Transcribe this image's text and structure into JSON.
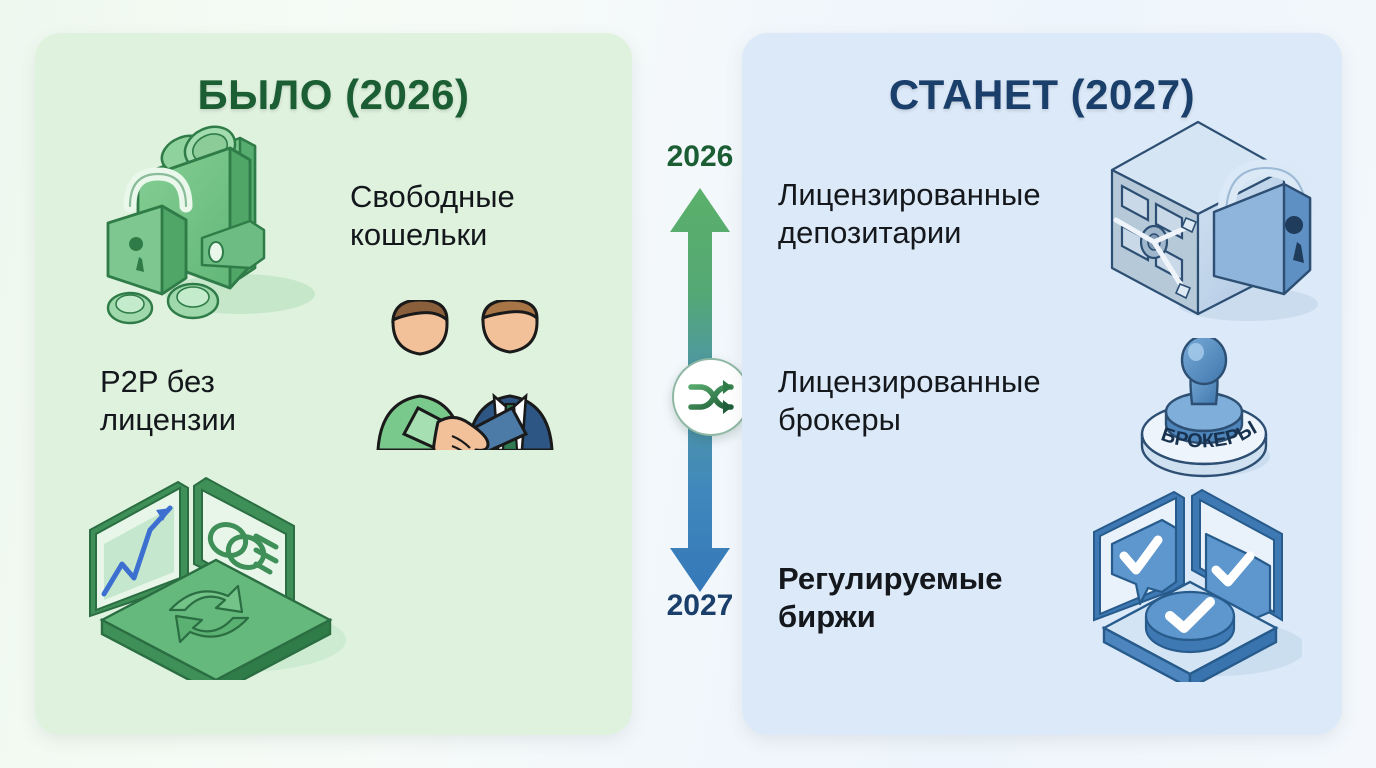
{
  "panels": {
    "left": {
      "title": "БЫЛО (2026)",
      "accent": "#1b5e34",
      "background": "#dff2de",
      "items": [
        {
          "label": "Свободные\nкошельки",
          "icon": "wallet-lock-icon",
          "bold": false
        },
        {
          "label": "P2P без\nлицензии",
          "icon": "handshake-icon",
          "bold": false
        },
        {
          "label": "",
          "icon": "trading-exchange-icon",
          "bold": false
        }
      ]
    },
    "right": {
      "title": "СТАНЕТ (2027)",
      "accent": "#1a3f6b",
      "background": "#dce9f8",
      "items": [
        {
          "label": "Лицензированные\nдепозитарии",
          "icon": "safe-vault-lock-icon",
          "bold": false
        },
        {
          "label": "Лицензированные\nброкеры",
          "icon": "rubber-stamp-icon",
          "bold": false
        },
        {
          "label": "Регулируемые\nбиржи",
          "icon": "verified-checkmarks-icon",
          "bold": true
        }
      ]
    }
  },
  "axis": {
    "year_top": "2026",
    "year_bottom": "2027",
    "top_color": "#1b5e34",
    "bottom_color": "#1a3f6b",
    "arrow_up_color": "#4da35e",
    "arrow_down_color": "#3a7cb8",
    "center_icon": "shuffle-icon"
  },
  "icons": {
    "stamp_text": "БРОКЕРЫ"
  }
}
